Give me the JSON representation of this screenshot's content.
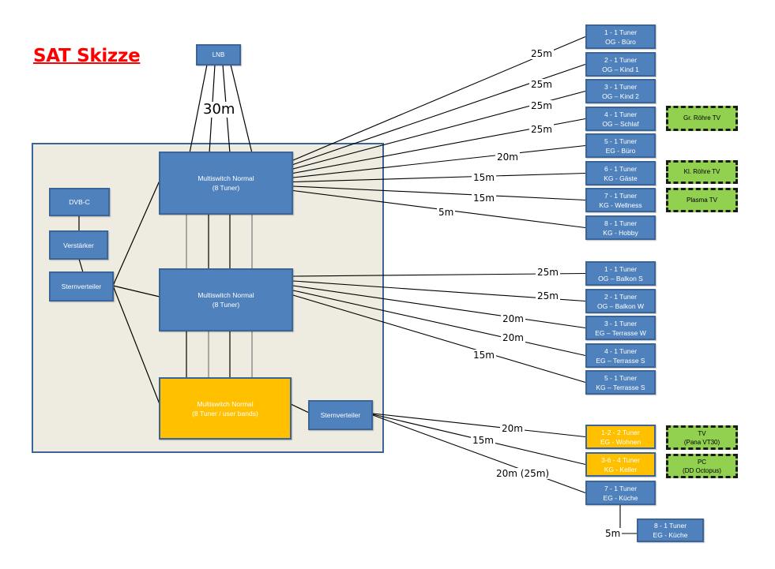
{
  "title": "SAT Skizze",
  "colors": {
    "title": "#ff0000",
    "device_blue": "#4f81bd",
    "device_orange": "#ffc000",
    "tv_green": "#92d050",
    "frame_bg": "#eeece1",
    "border": "#3b6499"
  },
  "lnb": {
    "label": "LNB",
    "cable_length": "30m"
  },
  "cabinet": {
    "dvbc": "DVB-C",
    "amplifier": "Verstärker",
    "splitter_left": "Sternverteiler",
    "multiswitch_1": {
      "line1": "Multiswitch Normal",
      "line2": "(8 Tuner)"
    },
    "multiswitch_2": {
      "line1": "Multiswitch Normal",
      "line2": "(8 Tuner)"
    },
    "multiswitch_3": {
      "line1": "Multiswitch Normal",
      "line2": "(8 Tuner / user bands)"
    },
    "splitter_right": "Sternverteiler"
  },
  "group1": [
    {
      "line1": "1 - 1 Tuner",
      "line2": "OG - Büro",
      "length": "25m"
    },
    {
      "line1": "2 - 1 Tuner",
      "line2": "OG – Kind 1",
      "length": "25m"
    },
    {
      "line1": "3 - 1 Tuner",
      "line2": "OG – Kind 2",
      "length": "25m"
    },
    {
      "line1": "4 - 1 Tuner",
      "line2": "OG – Schlaf",
      "length": "25m"
    },
    {
      "line1": "5 - 1 Tuner",
      "line2": "EG - Büro",
      "length": "20m"
    },
    {
      "line1": "6 - 1 Tuner",
      "line2": "KG - Gäste",
      "length": "15m"
    },
    {
      "line1": "7 - 1 Tuner",
      "line2": "KG - Wellness",
      "length": "15m"
    },
    {
      "line1": "8 - 1 Tuner",
      "line2": "KG - Hobby",
      "length": "5m"
    }
  ],
  "group2": [
    {
      "line1": "1 - 1 Tuner",
      "line2": "OG – Balkon S",
      "length": "25m"
    },
    {
      "line1": "2 - 1 Tuner",
      "line2": "OG – Balkon W",
      "length": "25m"
    },
    {
      "line1": "3 - 1 Tuner",
      "line2": "EG – Terrasse W",
      "length": "20m"
    },
    {
      "line1": "4 - 1 Tuner",
      "line2": "EG – Terrasse S",
      "length": "20m"
    },
    {
      "line1": "5 - 1 Tuner",
      "line2": "KG – Terrasse S",
      "length": "15m"
    }
  ],
  "group3": [
    {
      "line1": "1-2 - 2 Tuner",
      "line2": "EG - Wohnen",
      "length": "20m"
    },
    {
      "line1": "3-6 - 4 Tuner",
      "line2": "KG - Keller",
      "length": "15m"
    },
    {
      "line1": "7 - 1 Tuner",
      "line2": "EG - Küche",
      "length": "20m (25m)"
    }
  ],
  "group3_extra": {
    "line1": "8 - 1 Tuner",
    "line2": "EG - Küche",
    "length": "5m"
  },
  "tvs": {
    "gr_roehre": "Gr. Röhre TV",
    "kl_roehre": "Kl. Röhre TV",
    "plasma": "Plasma TV",
    "tv_line1": "TV",
    "tv_line2": "(Pana VT30)",
    "pc_line1": "PC",
    "pc_line2": "(DD Octopus)"
  }
}
